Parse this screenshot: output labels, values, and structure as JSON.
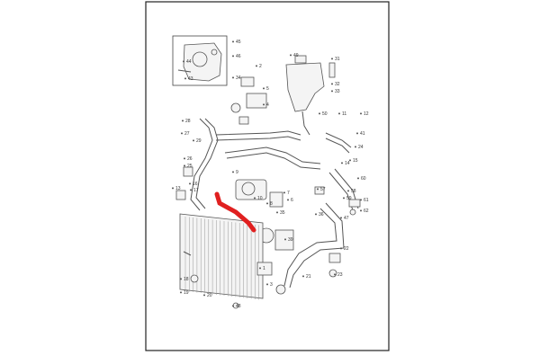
{
  "diagram": {
    "highlight_color": "#e02020",
    "line_color": "#555555",
    "labels": [
      {
        "text": "44"
      },
      {
        "text": "43"
      },
      {
        "text": "45"
      },
      {
        "text": "46"
      },
      {
        "text": "2"
      },
      {
        "text": "34"
      },
      {
        "text": "5"
      },
      {
        "text": "4"
      },
      {
        "text": "49"
      },
      {
        "text": "31"
      },
      {
        "text": "32"
      },
      {
        "text": "33"
      },
      {
        "text": "50"
      },
      {
        "text": "11"
      },
      {
        "text": "12"
      },
      {
        "text": "28"
      },
      {
        "text": "27"
      },
      {
        "text": "29"
      },
      {
        "text": "26"
      },
      {
        "text": "25"
      },
      {
        "text": "41"
      },
      {
        "text": "24"
      },
      {
        "text": "14"
      },
      {
        "text": "15"
      },
      {
        "text": "16"
      },
      {
        "text": "17"
      },
      {
        "text": "13"
      },
      {
        "text": "9"
      },
      {
        "text": "10"
      },
      {
        "text": "8"
      },
      {
        "text": "7"
      },
      {
        "text": "6"
      },
      {
        "text": "60"
      },
      {
        "text": "35"
      },
      {
        "text": "36"
      },
      {
        "text": "39"
      },
      {
        "text": "57"
      },
      {
        "text": "58"
      },
      {
        "text": "59"
      },
      {
        "text": "61"
      },
      {
        "text": "62"
      },
      {
        "text": "47"
      },
      {
        "text": "22"
      },
      {
        "text": "23"
      },
      {
        "text": "21"
      },
      {
        "text": "1"
      },
      {
        "text": "3"
      },
      {
        "text": "18"
      },
      {
        "text": "19"
      },
      {
        "text": "20"
      },
      {
        "text": "48"
      }
    ]
  }
}
